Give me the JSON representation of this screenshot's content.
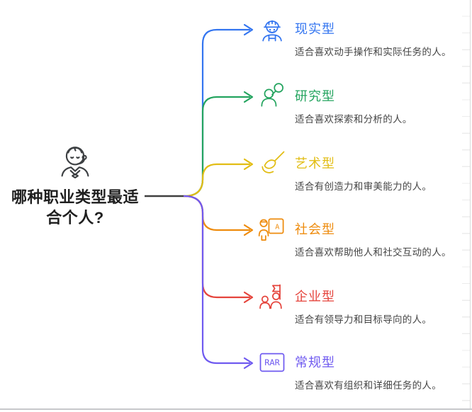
{
  "center": {
    "title_line1": "哪种职业类型最适",
    "title_line2": "合个人?",
    "icon": "consultant-headset-icon",
    "text_color": "#1f1f1f",
    "line_color": "#3f3f3f"
  },
  "branches": [
    {
      "id": "realistic",
      "label": "现实型",
      "description": "适合喜欢动手操作和实际任务的人。",
      "color": "#3375f0",
      "icon": "worker-hardhat-icon"
    },
    {
      "id": "investigative",
      "label": "研究型",
      "description": "适合喜欢探索和分析的人。",
      "color": "#24a45f",
      "icon": "researcher-magnifier-icon"
    },
    {
      "id": "artistic",
      "label": "艺术型",
      "description": "适合有创造力和审美能力的人。",
      "color": "#e2bd14",
      "icon": "paintbrush-icon"
    },
    {
      "id": "social",
      "label": "社会型",
      "description": "适合喜欢帮助他人和社交互动的人。",
      "color": "#ee8b0c",
      "icon": "teacher-board-icon"
    },
    {
      "id": "enterprising",
      "label": "企业型",
      "description": "适合有领导力和目标导向的人。",
      "color": "#e5443c",
      "icon": "leader-flag-icon"
    },
    {
      "id": "conventional",
      "label": "常规型",
      "description": "适合喜欢有组织和详细任务的人。",
      "color": "#6f5af0",
      "icon": "rar-archive-icon"
    }
  ],
  "styles": {
    "description_color": "#454545"
  }
}
